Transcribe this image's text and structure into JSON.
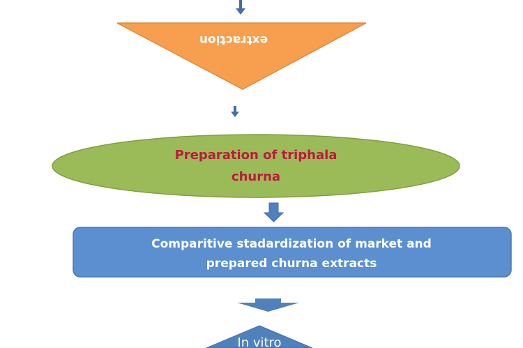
{
  "steps": {
    "extraction": "extraction",
    "preparation_line1": "Preparation of  triphala",
    "preparation_line2": "churna",
    "standardization_line1": "Comparitive stadardization of market and",
    "standardization_line2": "prepared churna extracts",
    "in_vitro": "In vitro"
  },
  "colors": {
    "arrow": "#3f6ea8",
    "triangle": "#f79e4f",
    "ellipse": "#9bbb59",
    "box": "#5b8fd0",
    "preparation_text": "#c0183e"
  }
}
